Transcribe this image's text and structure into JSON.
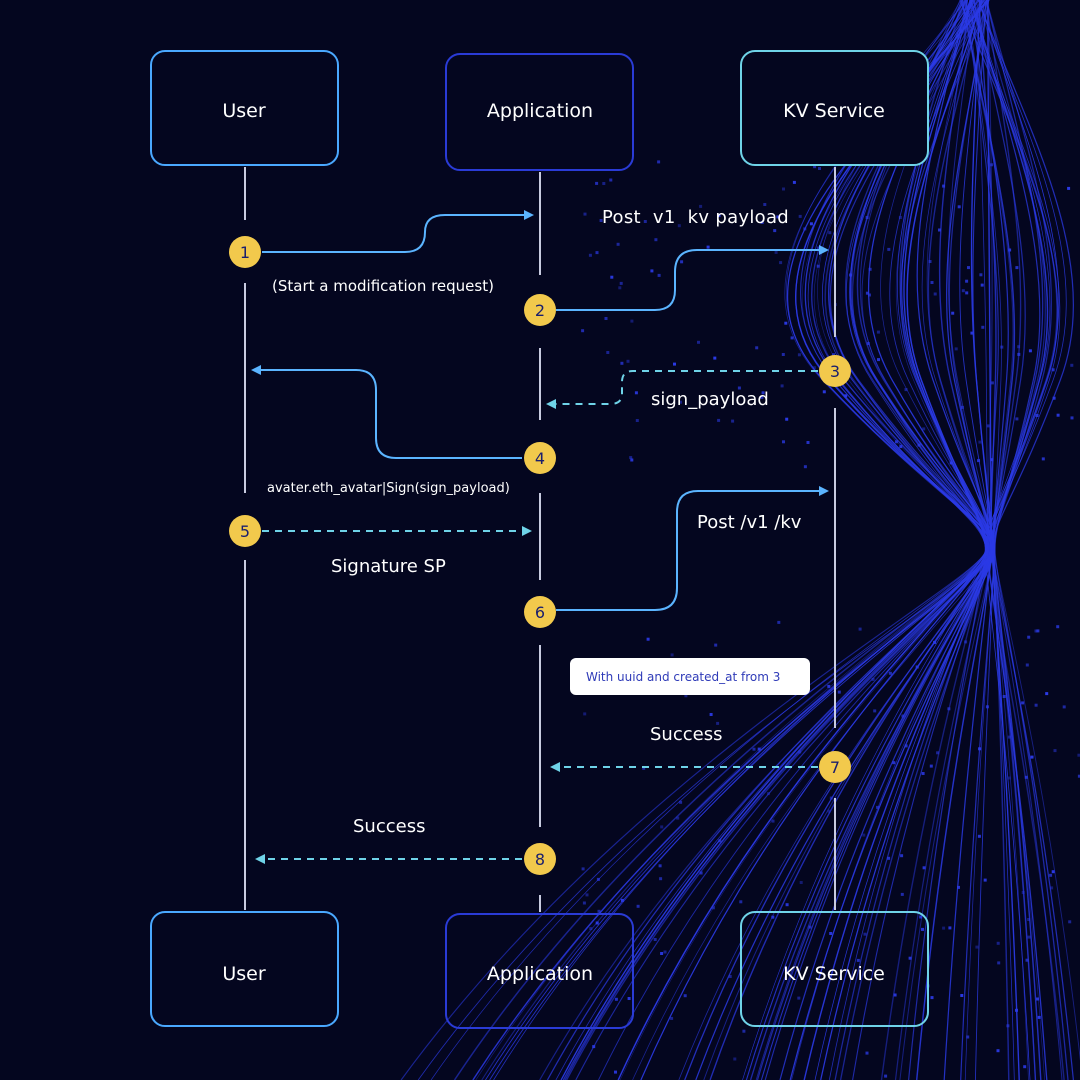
{
  "actors": {
    "user": "User",
    "application": "Application",
    "kv_service": "KV Service"
  },
  "steps": [
    "1",
    "2",
    "3",
    "4",
    "5",
    "6",
    "7",
    "8"
  ],
  "messages": {
    "post_v1_kv_payload": "Post  v1  kv payload",
    "start_request": "(Start a modification request)",
    "sign_payload": "sign_payload",
    "avatar_sign": "avater.eth_avatar|Sign(sign_payload)",
    "signature_sp": "Signature SP",
    "post_v1_kv": "Post /v1 /kv",
    "note": "With uuid and created_at from 3",
    "success_kv": "Success",
    "success_app": "Success"
  },
  "colors": {
    "background": "#04061f",
    "user_border": "#4aa8ff",
    "application_border": "#2a3bd6",
    "kv_border": "#6fd3e8",
    "solid_arrow": "#5bb4ff",
    "dashed_arrow": "#6fd3e8",
    "lifeline": "#c8cbe0",
    "step_fill": "#f2c94c",
    "fiber": "#2b3ae6",
    "note_bg": "#ffffff"
  }
}
